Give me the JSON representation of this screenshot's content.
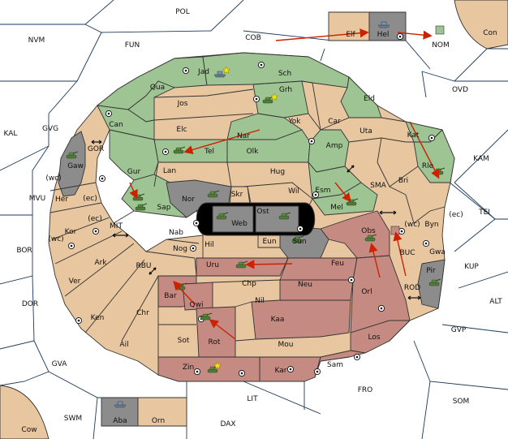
{
  "map": {
    "colors": {
      "sea": "#ffffff",
      "sea_line": "#1a3a5a",
      "beige": "#e8c6a0",
      "green": "#9fc493",
      "rose": "#c58a82",
      "gray": "#8c8c8c",
      "black": "#000000",
      "arrow": "#cc2200",
      "tank": "#4f7a39"
    },
    "seas": [
      "POL",
      "NVM",
      "FUN",
      "COB",
      "Con",
      "NOM",
      "OVD",
      "KAL",
      "GVG",
      "KAM",
      "MVU",
      "TEI",
      "BOR",
      "KUP",
      "ALT",
      "DOR",
      "GVP",
      "GVA",
      "FRO",
      "SOM",
      "LIT",
      "SWM",
      "DAX",
      "Cow",
      "MIT",
      "RBU",
      "GOR",
      "ROD",
      "SMA",
      "BUC"
    ],
    "territories": {
      "beige": [
        "Elf",
        "Jos",
        "Elc",
        "Yok",
        "Car",
        "Uta",
        "Lan",
        "Hug",
        "Bri",
        "Byn",
        "Gwa",
        "Her",
        "Kor",
        "Ark",
        "Ver",
        "Ken",
        "Ail",
        "Chr",
        "Hil",
        "Nab",
        "Nog",
        "Sot",
        "Mou",
        "Wil",
        "Skr",
        "Eun",
        "Orn"
      ],
      "green": [
        "Jad",
        "Sch",
        "Qua",
        "Grh",
        "Eld",
        "Can",
        "Nar",
        "Tel",
        "Olk",
        "Amp",
        "Gur",
        "Kat",
        "Rle",
        "Esm",
        "Mel",
        "Sap"
      ],
      "rose": [
        "Obs",
        "Feu",
        "Uru",
        "Chp",
        "Neu",
        "Nil",
        "Kaa",
        "Orl",
        "Bar",
        "Qwi",
        "Rot",
        "Los",
        "Sam",
        "Kar",
        "Zin"
      ],
      "gray": [
        "Hel",
        "Gaw",
        "Nor",
        "Sun",
        "Pir",
        "Aba"
      ],
      "black": [
        "Web",
        "Ost"
      ]
    },
    "annotations": {
      "wc": "(wc)",
      "ec": "(ec)"
    }
  }
}
